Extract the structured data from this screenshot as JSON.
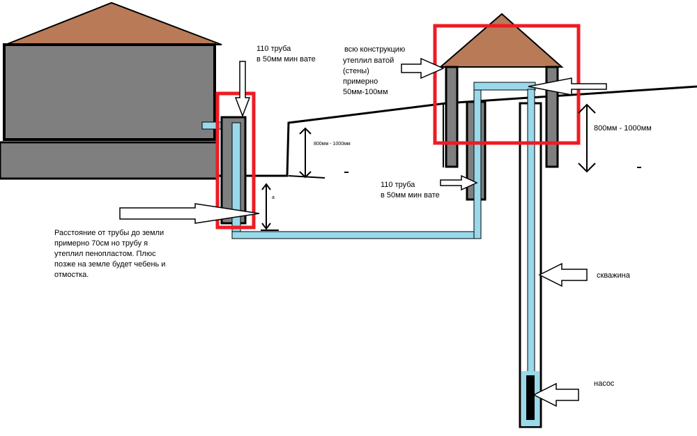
{
  "labels": {
    "pipe_house": [
      "110 труба",
      "в 50мм мин вате"
    ],
    "insulation": [
      "всю конструкцию",
      "утеплил ватой",
      "(стены)",
      "примерно",
      "50мм-100мм"
    ],
    "depth_small": "800мм - 1000мм",
    "depth_big": "800мм - 1000мм",
    "pipe_well": [
      "110 труба",
      "в 50мм мин вате"
    ],
    "distance_note": [
      "Расстояние от трубы до земли",
      "примерно 70см но трубу я",
      "утеплил пенопластом. Плюс",
      "позже на земле будет чебень и",
      "отмостка."
    ],
    "borehole": "скважина",
    "pump": "насос",
    "mark_a": "а"
  },
  "colors": {
    "roof": "#b97a57",
    "wall": "#7f7f7f",
    "pipe": "#99d9ea",
    "highlight": "#ed1c24",
    "outline": "#000000"
  }
}
